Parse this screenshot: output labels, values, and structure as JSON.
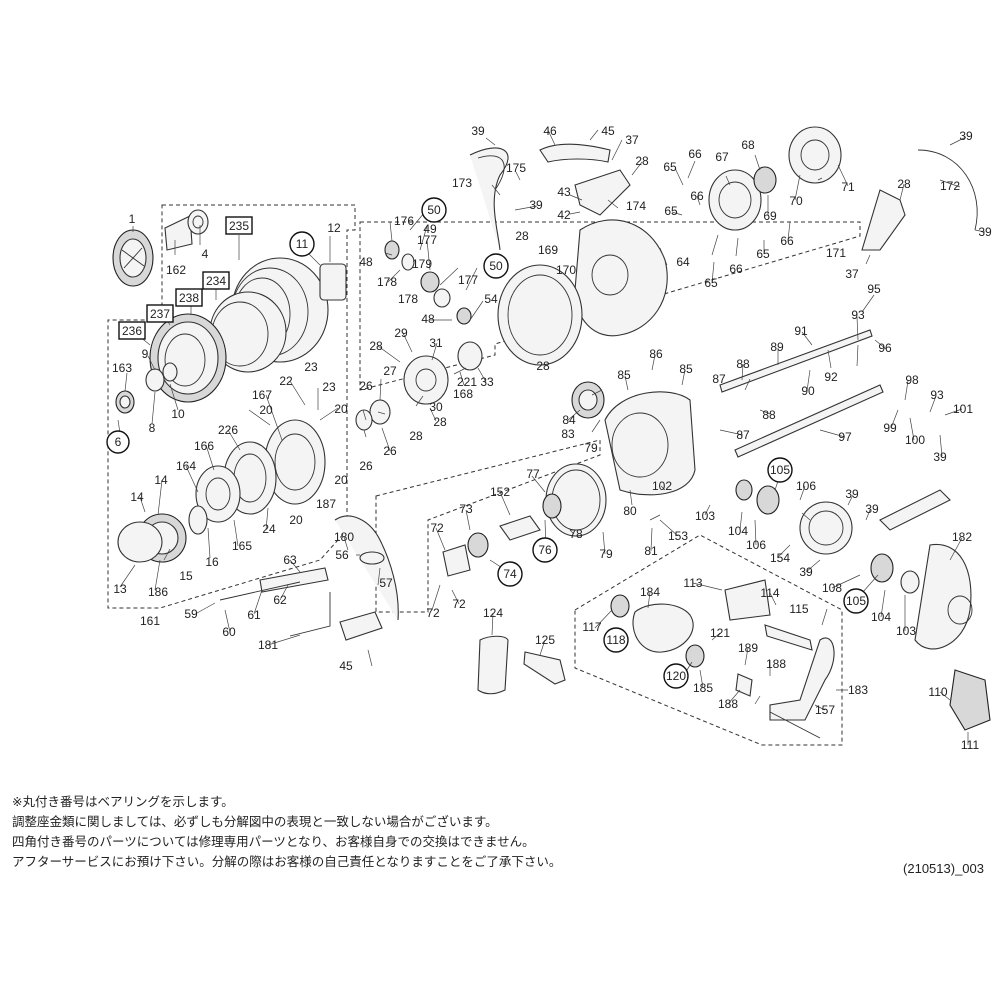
{
  "part_labels": {
    "p1": "1",
    "p4": "4",
    "p162": "162",
    "p12": "12",
    "p11": "11",
    "p235": "235",
    "p234": "234",
    "p238": "238",
    "p237": "237",
    "p236": "236",
    "p163": "163",
    "p9": "9",
    "p8": "8",
    "p10": "10",
    "p6": "6",
    "p22": "22",
    "p23a": "23",
    "p23b": "23",
    "p20a": "20",
    "p20b": "20",
    "p20c": "20",
    "p20d": "20",
    "p167": "167",
    "p226": "226",
    "p166": "166",
    "p164": "164",
    "p14a": "14",
    "p14b": "14",
    "p13": "13",
    "p15": "15",
    "p16": "16",
    "p186": "186",
    "p165": "165",
    "p24": "24",
    "p187": "187",
    "p161": "161",
    "p28a": "28",
    "p28b": "28",
    "p28c": "28",
    "p29": "29",
    "p31": "31",
    "p27": "27",
    "p26a": "26",
    "p26b": "26",
    "p26c": "26",
    "p221": "221",
    "p30": "30",
    "p168": "168",
    "p33": "33",
    "p176": "176",
    "p50a": "50",
    "p50b": "50",
    "p49": "49",
    "p177a": "177",
    "p177b": "177",
    "p178a": "178",
    "p178b": "178",
    "p179": "179",
    "p48a": "48",
    "p48b": "48",
    "p54": "54",
    "p39a": "39",
    "p39b": "39",
    "p39c": "39",
    "p39d": "39",
    "p39e": "39",
    "p39f": "39",
    "p39g": "39",
    "p39h": "39",
    "p46": "46",
    "p45a": "45",
    "p45b": "45",
    "p37a": "37",
    "p37b": "37",
    "p173": "173",
    "p175": "175",
    "p43": "43",
    "p42": "42",
    "p174": "174",
    "p28d": "28",
    "p28e": "28",
    "p28f": "28",
    "p169": "169",
    "p170": "170",
    "p64": "64",
    "p65a": "65",
    "p65b": "65",
    "p65c": "65",
    "p65d": "65",
    "p66a": "66",
    "p66b": "66",
    "p66c": "66",
    "p66d": "66",
    "p67": "67",
    "p68": "68",
    "p69": "69",
    "p70": "70",
    "p71": "71",
    "p172": "172",
    "p171": "171",
    "p95": "95",
    "p93a": "93",
    "p93b": "93",
    "p96": "96",
    "p91": "91",
    "p89": "89",
    "p92": "92",
    "p90": "90",
    "p98": "98",
    "p99": "99",
    "p100": "100",
    "p101": "101",
    "p97": "97",
    "p86": "86",
    "p85a": "85",
    "p85b": "85",
    "p88a": "88",
    "p88b": "88",
    "p87a": "87",
    "p87b": "87",
    "p84": "84",
    "p83": "83",
    "p79a": "79",
    "p79b": "79",
    "p80": "80",
    "p105a": "105",
    "p105b": "105",
    "p106a": "106",
    "p106b": "106",
    "p102": "102",
    "p103a": "103",
    "p103b": "103",
    "p104a": "104",
    "p104b": "104",
    "p77": "77",
    "p78": "78",
    "p76": "76",
    "p152": "152",
    "p153": "153",
    "p81": "81",
    "p154": "154",
    "p108": "108",
    "p182": "182",
    "p72a": "72",
    "p72b": "72",
    "p72c": "72",
    "p73": "73",
    "p74": "74",
    "p180": "180",
    "p56": "56",
    "p57": "57",
    "p63": "63",
    "p59": "59",
    "p62": "62",
    "p61": "61",
    "p60": "60",
    "p181": "181",
    "p124": "124",
    "p125": "125",
    "p113": "113",
    "p114": "114",
    "p115": "115",
    "p117": "117",
    "p118": "118",
    "p184": "184",
    "p121": "121",
    "p189": "189",
    "p120": "120",
    "p188a": "188",
    "p188b": "188",
    "p185": "185",
    "p157": "157",
    "p183": "183",
    "p110": "110",
    "p111": "111"
  },
  "notes": {
    "line1": "※丸付き番号はベアリングを示します。",
    "line2": "調整座金類に関しましては、必ずしも分解図中の表現と一致しない場合がございます。",
    "line3": "四角付き番号のパーツについては修理専用パーツとなり、お客様自身での交換はできません。",
    "line4": "アフターサービスにお預け下さい。分解の際はお客様の自己責任となりますことをご了承下さい。"
  },
  "document_code": "(210513)_003"
}
